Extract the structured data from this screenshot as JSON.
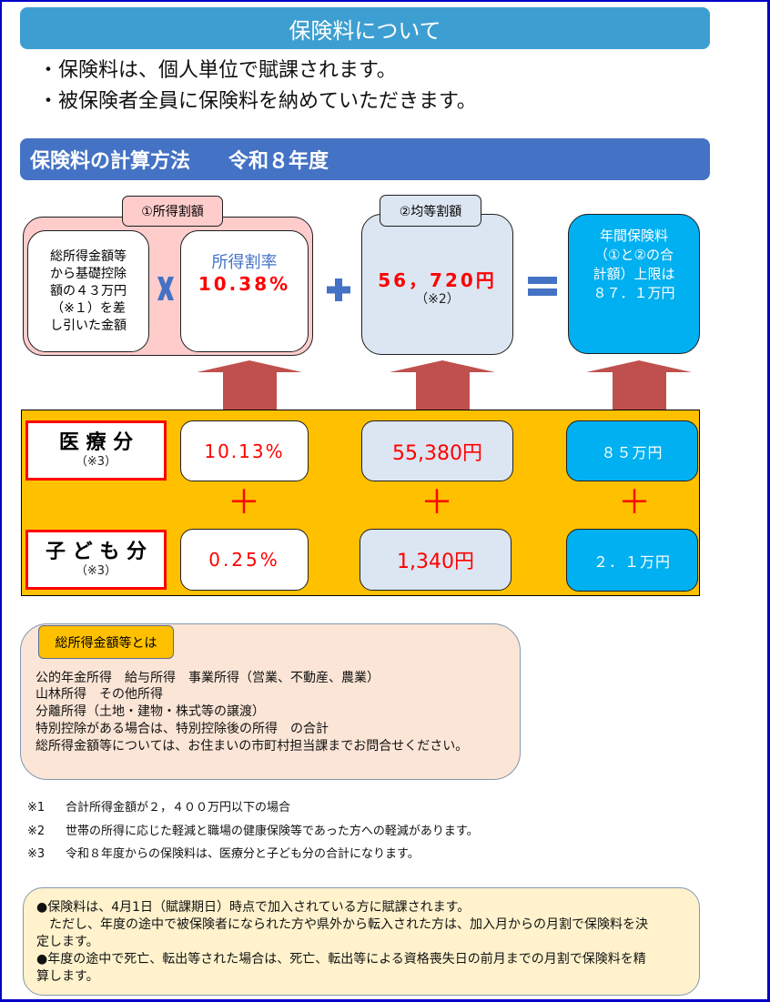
{
  "header": {
    "title": "保険料について"
  },
  "intro": {
    "bullets": [
      "・保険料は、個人単位で賦課されます。",
      "・被保険者全員に保険料を納めていただきます。"
    ]
  },
  "calc": {
    "title": "保険料の計算方法",
    "year": "令和８年度",
    "income_part": {
      "tag": "①所得割額",
      "base_text": [
        "総所得金額等",
        "から基礎控除",
        "額の４３万円",
        "（※１）を差",
        "し引いた金額"
      ],
      "rate_label": "所得割率",
      "rate_value": "10.38%"
    },
    "operators": {
      "multiply": "×",
      "plus": "+",
      "equals": "="
    },
    "per_capita": {
      "tag": "②均等割額",
      "value": "56，720円",
      "note": "（※2）"
    },
    "annual": {
      "lines": [
        "年間保険料",
        "（①と②の合",
        "計額）上限は",
        "８７．１万円"
      ]
    },
    "colors": {
      "arrow": "#c0504d",
      "operator": "#4472c4",
      "annual_box": "#00b0f0",
      "band": "#ffc000"
    }
  },
  "breakdown": {
    "plus": "＋",
    "rows": [
      {
        "label": "医 療 分",
        "note": "（※3）",
        "rate": "10.13%",
        "per_capita": "55,380円",
        "cap": "８５万円"
      },
      {
        "label": "子 ど も 分",
        "note": "（※3）",
        "rate": "0.25%",
        "per_capita": "1,340円",
        "cap": "２．１万円"
      }
    ]
  },
  "income_def": {
    "tag": "総所得金額等とは",
    "lines": [
      "公的年金所得　給与所得　事業所得（営業、不動産、農業）",
      "山林所得　その他所得",
      "分離所得（土地・建物・株式等の譲渡）",
      "特別控除がある場合は、特別控除後の所得　の合計",
      "総所得金額等については、お住まいの市町村担当課までお問合せください。"
    ]
  },
  "footnotes": [
    {
      "mark": "※1",
      "text": "合計所得金額が２，４００万円以下の場合"
    },
    {
      "mark": "※2",
      "text": "世帯の所得に応じた軽減と職場の健康保険等であった方への軽減があります。"
    },
    {
      "mark": "※3",
      "text": "令和８年度からの保険料は、医療分と子ども分の合計になります。"
    }
  ],
  "notice": {
    "lines": [
      "●保険料は、4月1日（賦課期日）時点で加入されている方に賦課されます。",
      "　ただし、年度の途中で被保険者になられた方や県外から転入された方は、加入月からの月割で保険料を決",
      "定します。",
      "●年度の途中で死亡、転出等された場合は、死亡、転出等による資格喪失日の前月までの月割で保険料を精",
      "算します。"
    ]
  }
}
